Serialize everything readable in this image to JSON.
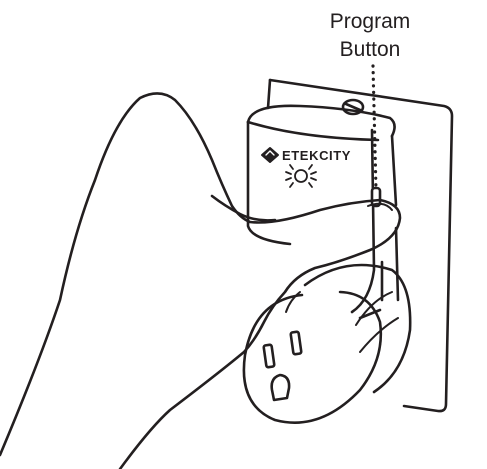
{
  "callout": {
    "line1": "Program",
    "line2": "Button"
  },
  "device": {
    "brand": "ETEKCITY"
  },
  "colors": {
    "ink": "#231f20",
    "background": "#ffffff"
  }
}
